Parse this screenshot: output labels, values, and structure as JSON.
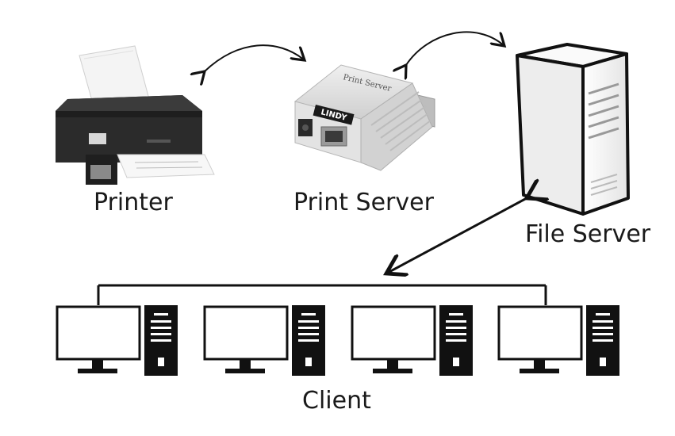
{
  "nodes": {
    "printer": {
      "label": "Printer"
    },
    "print_server": {
      "label": "Print Server",
      "device_caption": "Print Server",
      "brand_logo": "LINDY"
    },
    "file_server": {
      "label": "File Server"
    },
    "client": {
      "label": "Client"
    }
  },
  "clients": [
    {
      "id": "client-1"
    },
    {
      "id": "client-2"
    },
    {
      "id": "client-3"
    },
    {
      "id": "client-4"
    }
  ],
  "icons": {
    "printer": "printer-icon",
    "print_server": "print-server-icon",
    "file_server": "server-tower-icon",
    "client_monitor": "monitor-icon",
    "client_tower": "pc-tower-icon"
  },
  "colors": {
    "line": "#111111",
    "printer_body": "#2b2b2b",
    "print_server_body": "#dcdcdc",
    "file_server_body": "#f2f2f2"
  }
}
